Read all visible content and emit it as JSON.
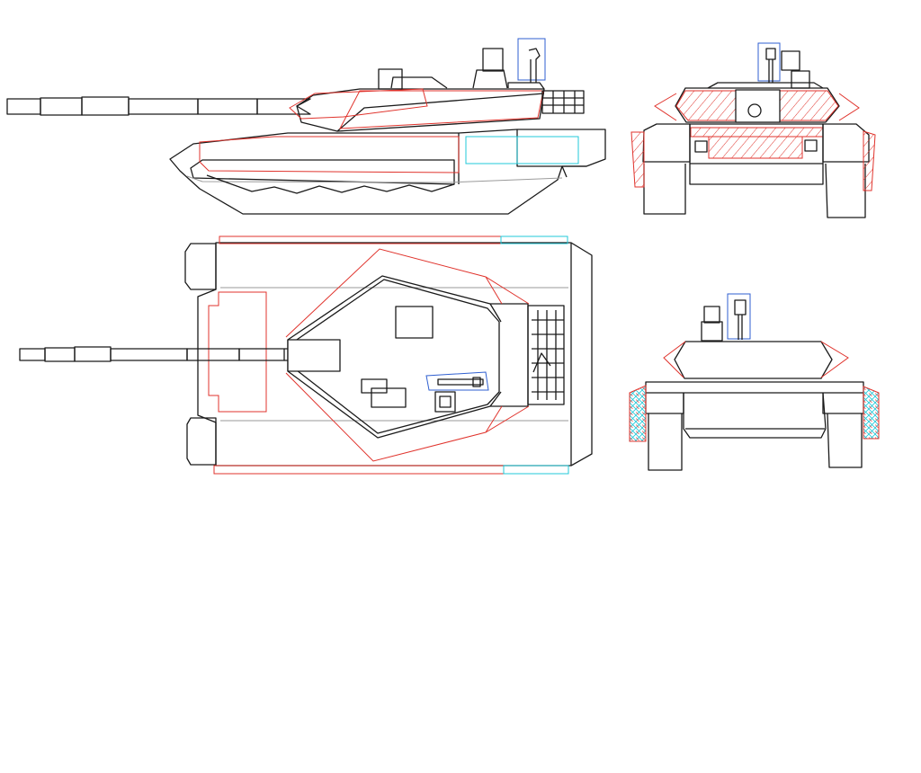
{
  "drawing": {
    "views": [
      {
        "id": "side-view"
      },
      {
        "id": "top-view"
      },
      {
        "id": "front-view"
      },
      {
        "id": "rear-view"
      }
    ],
    "colors": {
      "outline": "#1a1a1a",
      "guide": "#9a9a9a",
      "armor": "#e0332c",
      "module": "#22c8d8",
      "sight": "#2f5fd0",
      "background": "#ffffff"
    },
    "hatched_regions": [
      "turret-cheek-armor",
      "hull-front-armor",
      "side-skirt-armor"
    ]
  }
}
